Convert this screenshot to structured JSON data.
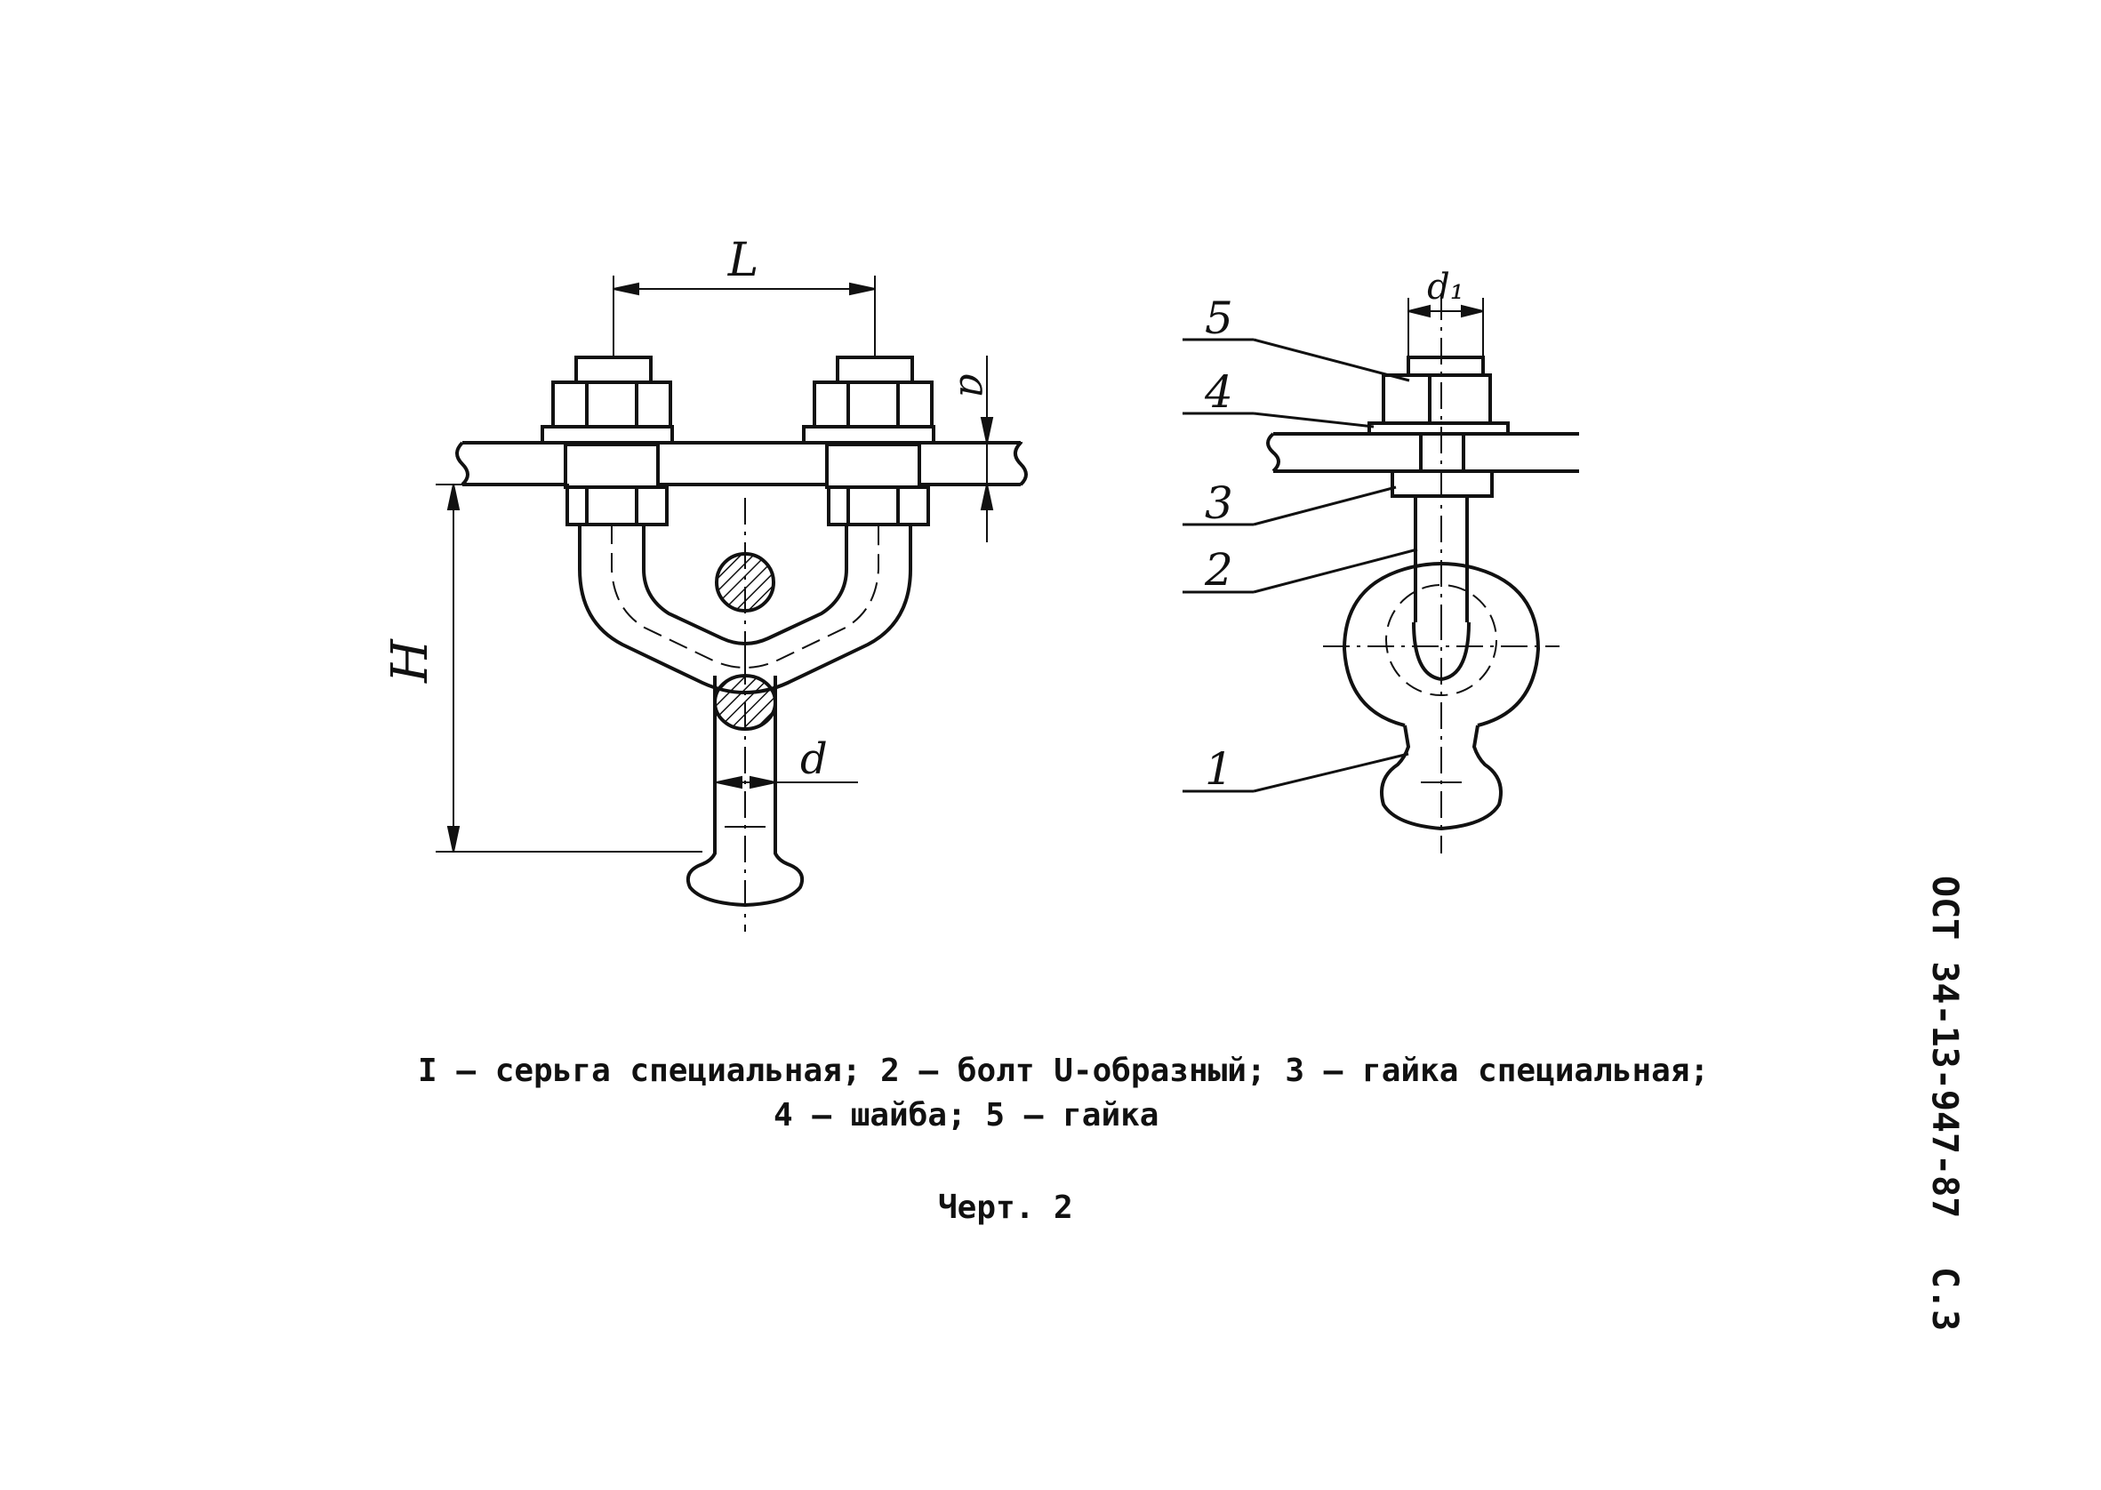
{
  "figure": {
    "dimension_labels": {
      "L": "L",
      "a": "a",
      "H": "H",
      "d": "d",
      "d1": "d₁"
    },
    "callouts": [
      "5",
      "4",
      "3",
      "2",
      "1"
    ]
  },
  "caption": {
    "line1": "I – серьга специальная; 2 – болт U-образный; 3 – гайка специальная;",
    "line2": "4 – шайба; 5 – гайка"
  },
  "figure_label": "Черт. 2",
  "document_code": "ОСТ 34-13-947-87",
  "page_number": "С.3"
}
